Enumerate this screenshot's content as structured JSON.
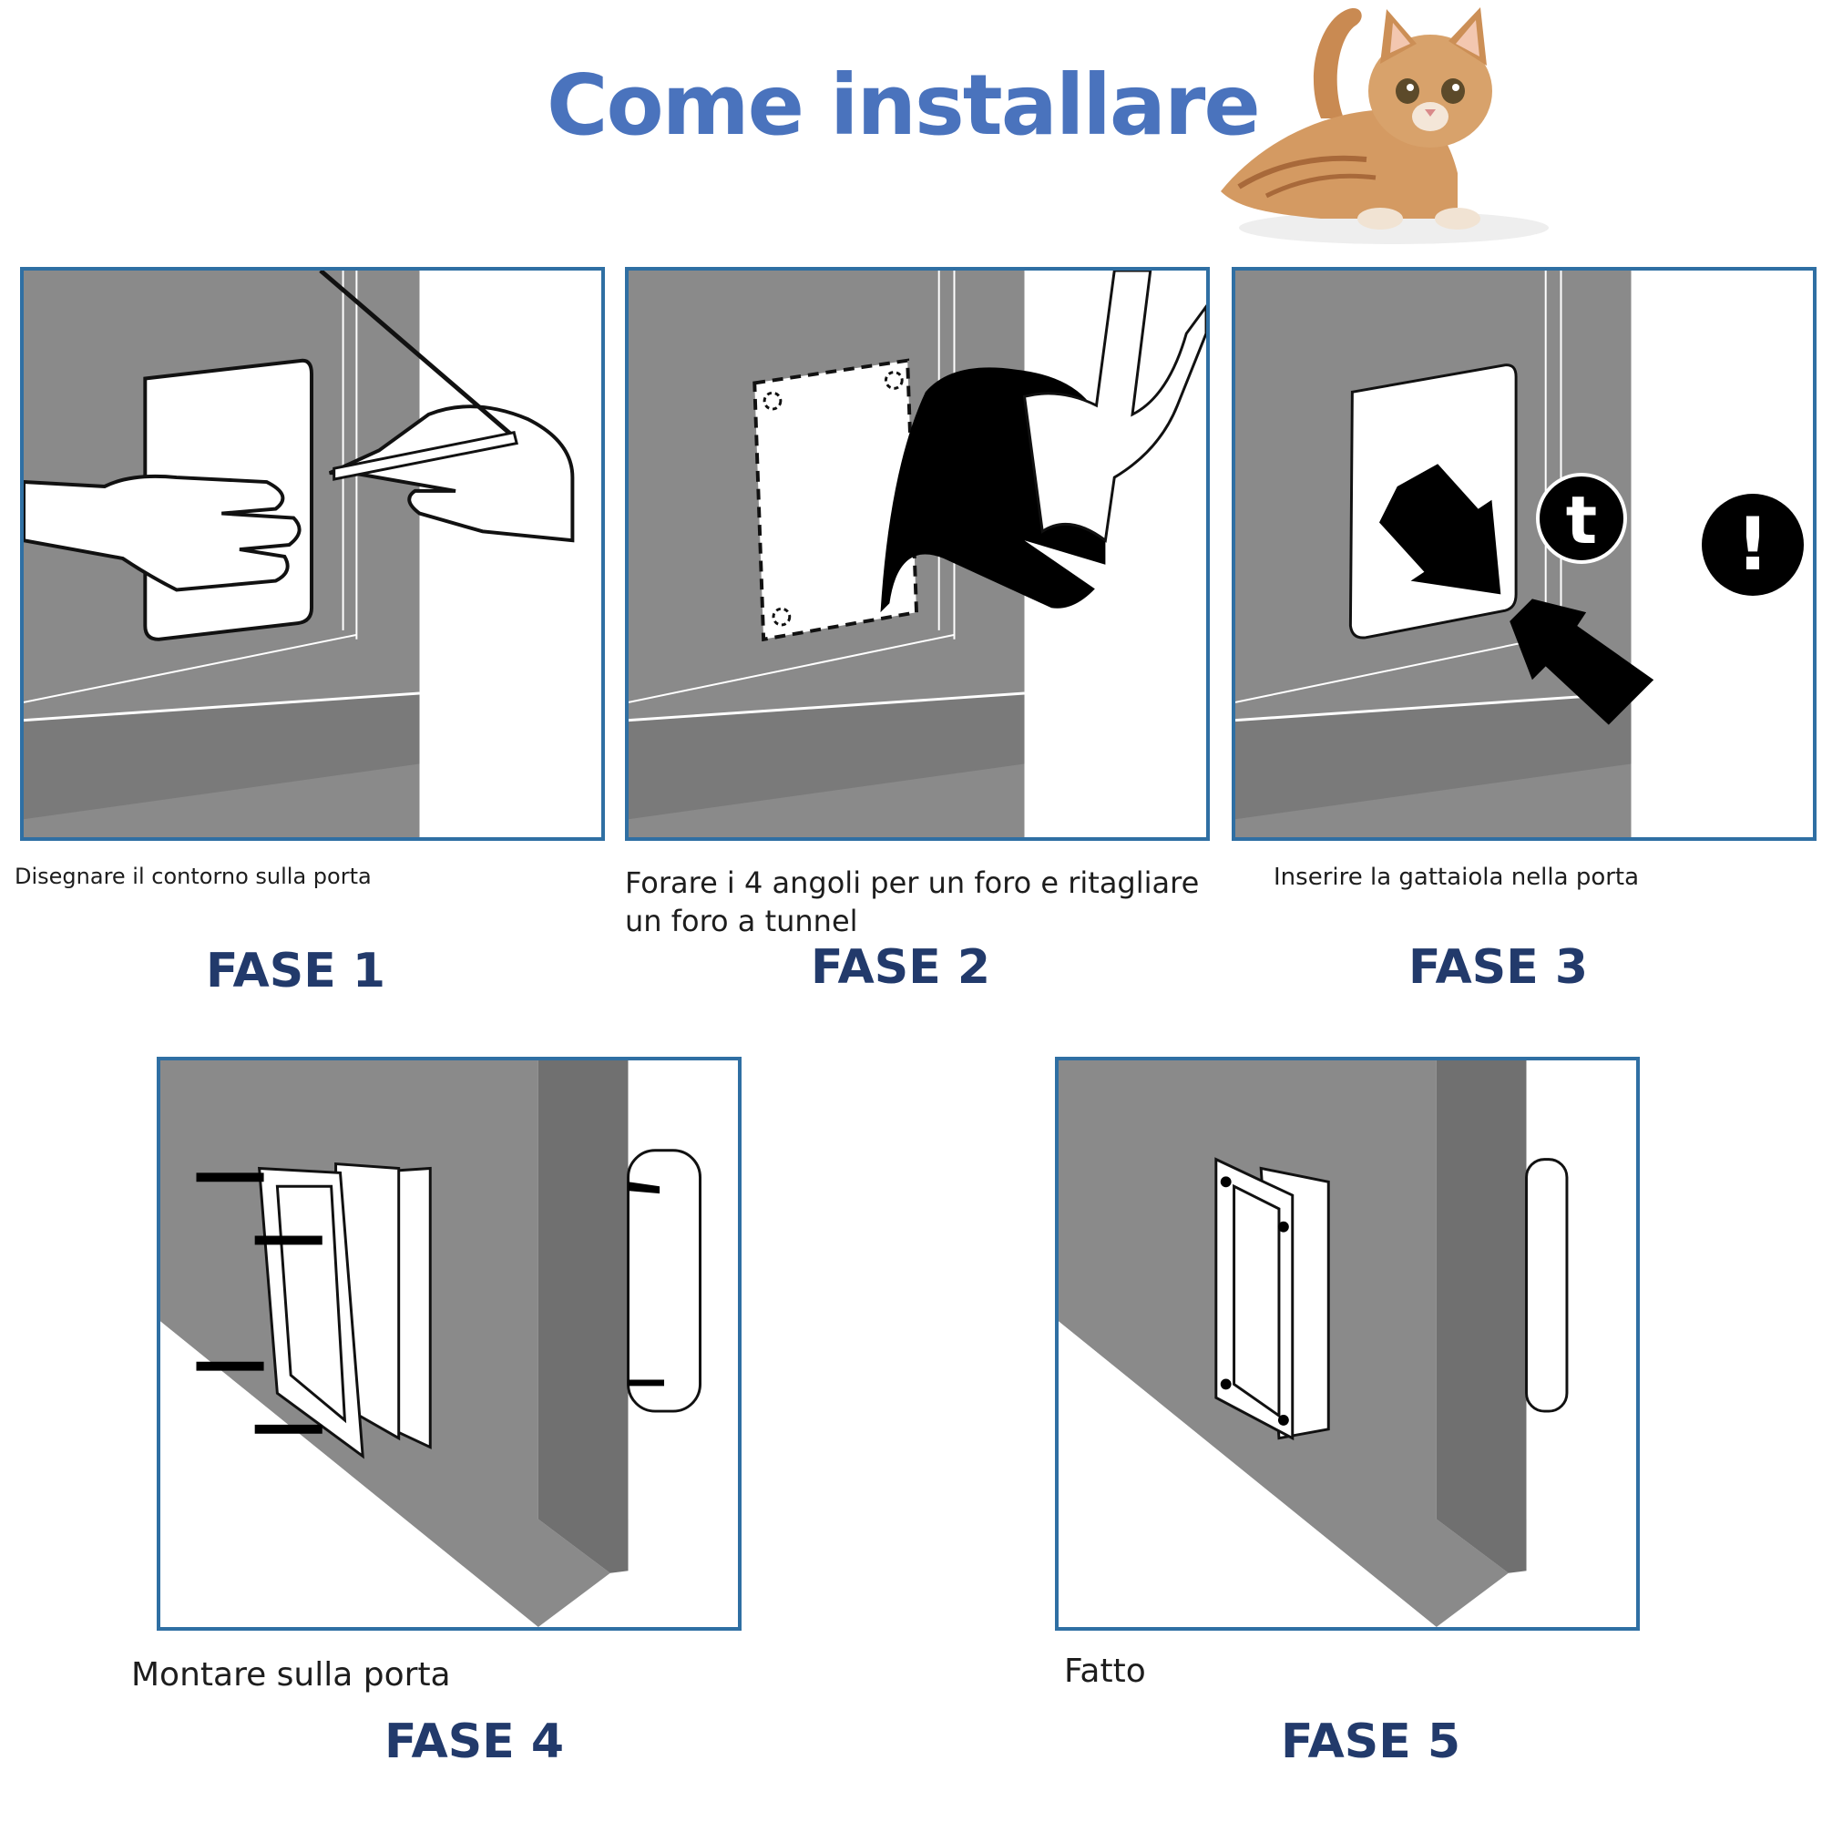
{
  "header": {
    "title": "Come installare"
  },
  "steps": [
    {
      "caption": "Disegnare il contorno sulla porta",
      "label": "FASE 1"
    },
    {
      "caption": "Forare i 4 angoli per un foro e ritagliare un foro a tunnel",
      "label": "FASE 2"
    },
    {
      "caption": "Inserire la gattaiola nella porta",
      "label": "FASE 3"
    },
    {
      "caption": "Montare sulla porta",
      "label": "FASE 4"
    },
    {
      "caption": "Fatto",
      "label": "FASE 5"
    }
  ],
  "icons": {
    "step3_marker_t": "t",
    "step3_marker_exclamation": "!"
  },
  "colors": {
    "title": "#4a73bd",
    "step_label": "#223a6b",
    "panel_border": "#2f6fa3",
    "door": "#8a8a8a"
  }
}
